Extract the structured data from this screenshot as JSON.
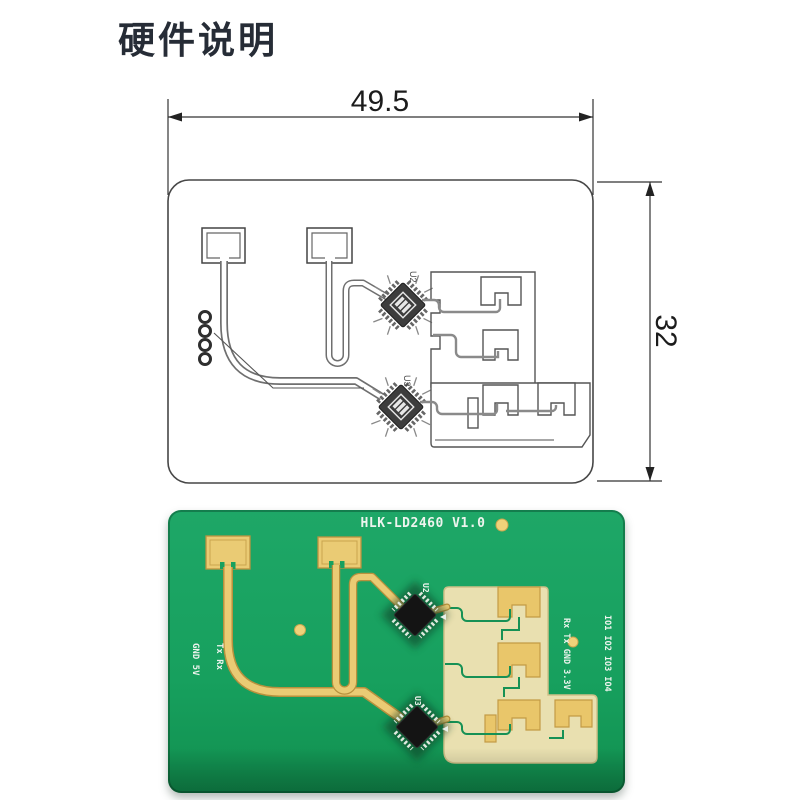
{
  "page": {
    "title": "硬件说明"
  },
  "dimension_diagram": {
    "width_label": "49.5",
    "height_label": "32",
    "chip_top_label": "U2",
    "chip_bottom_label": "U3"
  },
  "pcb_photo": {
    "silkscreen_title": "HLK-LD2460 V1.0",
    "left_silkscreen": [
      "GND 5V",
      "Tx Rx"
    ],
    "right_silkscreen": [
      "Rx Tx GND 3.3V",
      "IO1 IO2 IO3 IO4"
    ],
    "chip_top_label": "U2",
    "chip_bottom_label": "U3",
    "colors": {
      "board_green": "#18a05f",
      "trace_gold": "#e9c66a",
      "ground_pale_gold": "#e9e0b0",
      "chip_black": "#141414",
      "silkscreen_white": "#eef4ee"
    }
  }
}
